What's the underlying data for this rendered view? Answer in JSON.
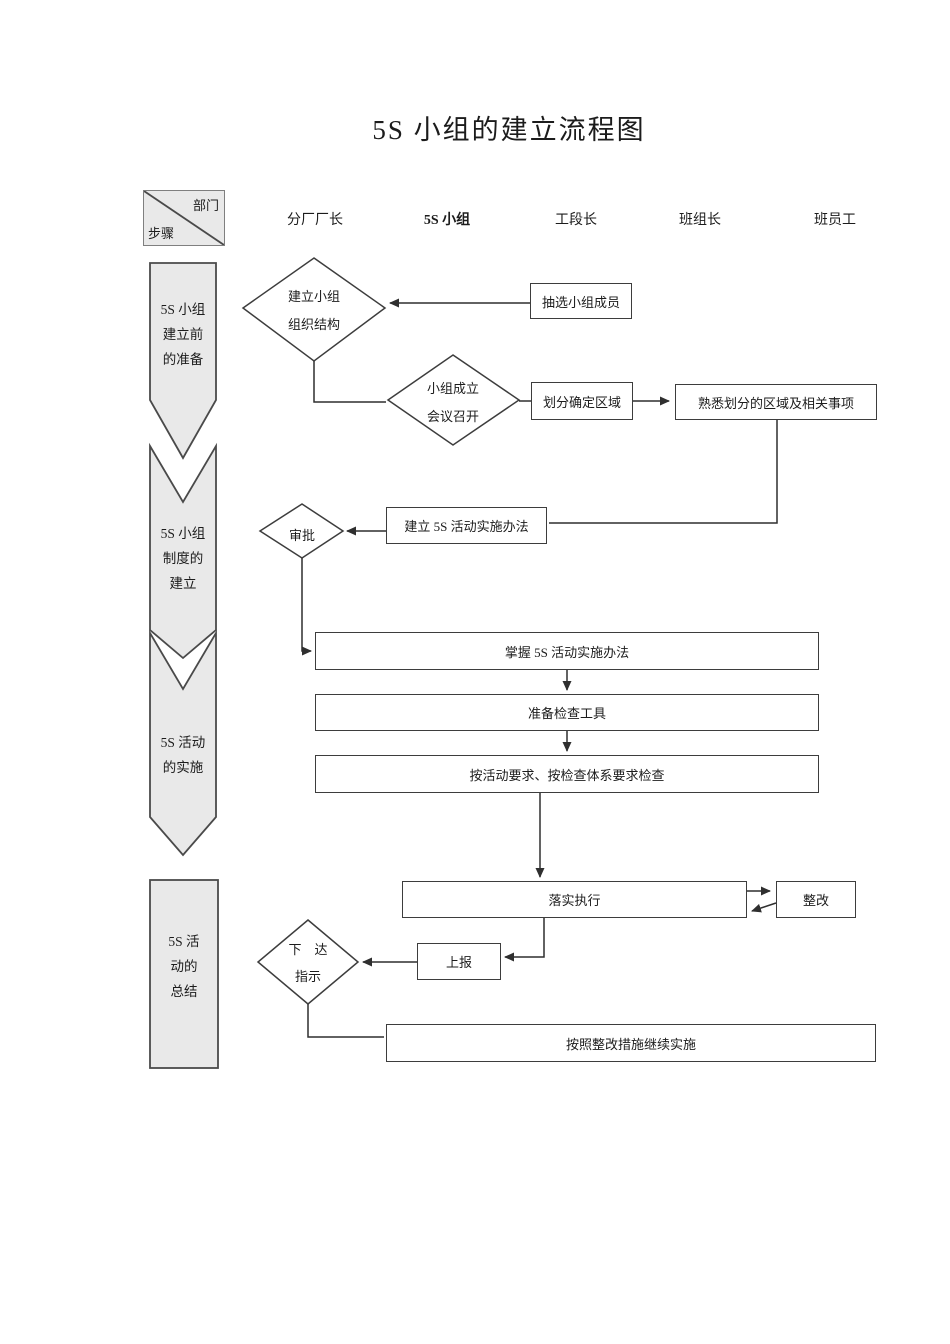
{
  "title": "5S 小组的建立流程图",
  "header": {
    "corner_top": "部门",
    "corner_bottom": "步骤",
    "columns": [
      "分厂厂长",
      "5S 小组",
      "工段长",
      "班组长",
      "班员工"
    ]
  },
  "phases": [
    {
      "label": "5S 小组\n建立前\n的准备"
    },
    {
      "label": "5S 小组\n制度的\n建立"
    },
    {
      "label": "5S 活动\n的实施"
    },
    {
      "label": "5S 活\n动的\n总结"
    }
  ],
  "nodes": {
    "build_org": "建立小组\n组织结构",
    "select_members": "抽选小组成员",
    "founding_meeting": "小组成立\n会议召开",
    "define_area": "划分确定区域",
    "familiarize": "熟悉划分的区域及相关事项",
    "create_method": "建立 5S 活动实施办法",
    "approve": "审批",
    "master_method": "掌握 5S 活动实施办法",
    "prepare_tools": "准备检查工具",
    "inspect": "按活动要求、按检查体系要求检查",
    "execute": "落实执行",
    "rectify": "整改",
    "report": "上报",
    "issue_instructions": "下　达\n指示",
    "continue_implement": "按照整改措施继续实施"
  },
  "colors": {
    "line": "#2f2f2f",
    "phase_fill": "#e9e9e9",
    "box_fill": "#ffffff",
    "box_border": "#3d3d3d"
  }
}
